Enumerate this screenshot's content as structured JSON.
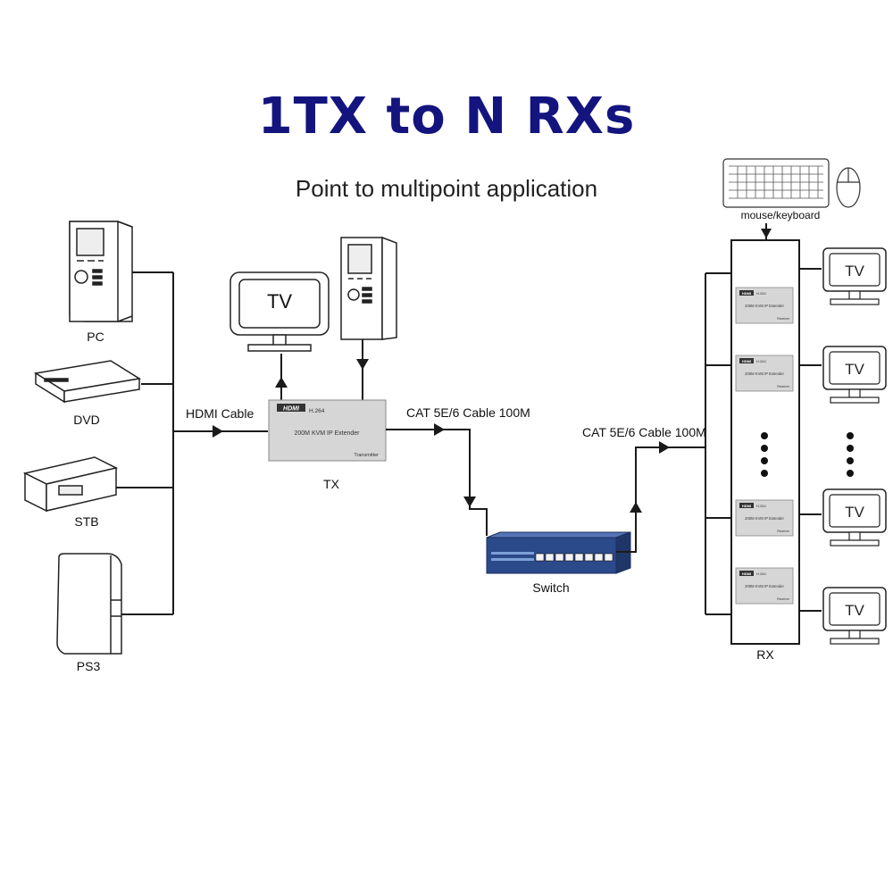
{
  "title": "1TX to N RXs",
  "subtitle": "Point to multipoint  application",
  "sources": [
    {
      "name": "PC",
      "icon": "pc-tower-icon"
    },
    {
      "name": "DVD",
      "icon": "dvd-player-icon"
    },
    {
      "name": "STB",
      "icon": "set-top-box-icon"
    },
    {
      "name": "PS3",
      "icon": "ps3-console-icon"
    }
  ],
  "cables": {
    "hdmi": "HDMI Cable",
    "cat_left": "CAT 5E/6 Cable 100M",
    "cat_right": "CAT 5E/6 Cable 100M"
  },
  "tx": {
    "label": "TX",
    "brand": "HDMI",
    "codec": "H.264",
    "product": "200M KVM IP Extender",
    "role": "Transmitter"
  },
  "tx_monitor": {
    "label": "TV",
    "icon": "tv-monitor-icon"
  },
  "tx_computer": {
    "icon": "pc-tower-icon"
  },
  "switch": {
    "label": "Switch",
    "icon": "network-switch-icon"
  },
  "peripherals": {
    "label": "mouse/keyboard",
    "icons": [
      "keyboard-icon",
      "mouse-icon"
    ]
  },
  "rx": {
    "label": "RX",
    "units": [
      {
        "brand": "HDMI",
        "codec": "H.264",
        "product": "200M KVM IP Extender",
        "role": "Receiver"
      },
      {
        "brand": "HDMI",
        "codec": "H.264",
        "product": "200M KVM IP Extender",
        "role": "Receiver"
      },
      {
        "brand": "HDMI",
        "codec": "H.264",
        "product": "200M KVM IP Extender",
        "role": "Receiver"
      },
      {
        "brand": "HDMI",
        "codec": "H.264",
        "product": "200M KVM IP Extender",
        "role": "Receiver"
      }
    ]
  },
  "outputs": [
    {
      "label": "TV"
    },
    {
      "label": "TV"
    },
    {
      "label": "TV"
    },
    {
      "label": "TV"
    }
  ],
  "colors": {
    "title": "#13147e",
    "line": "#1a1a1a",
    "device_fill": "#d8d8d8",
    "switch_blue": "#2b4a8a"
  }
}
